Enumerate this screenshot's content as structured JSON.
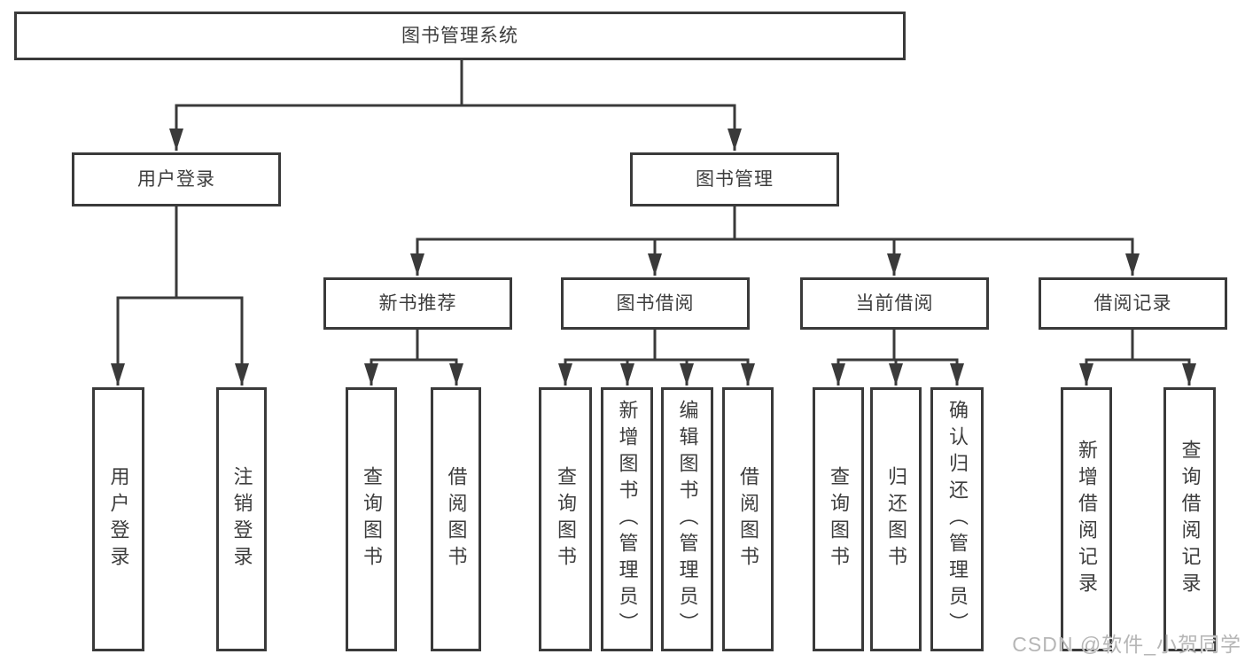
{
  "diagram_title": "图书管理系统",
  "tree": {
    "label": "图书管理系统",
    "children": [
      {
        "label": "用户登录",
        "children": [
          {
            "label": "用户登录"
          },
          {
            "label": "注销登录"
          }
        ]
      },
      {
        "label": "图书管理",
        "children": [
          {
            "label": "新书推荐",
            "children": [
              {
                "label": "查询图书"
              },
              {
                "label": "借阅图书"
              }
            ]
          },
          {
            "label": "图书借阅",
            "children": [
              {
                "label": "查询图书"
              },
              {
                "label": "新增图书（管理员）"
              },
              {
                "label": "编辑图书（管理员）"
              },
              {
                "label": "借阅图书"
              }
            ]
          },
          {
            "label": "当前借阅",
            "children": [
              {
                "label": "查询图书"
              },
              {
                "label": "归还图书"
              },
              {
                "label": "确认归还（管理员）"
              }
            ]
          },
          {
            "label": "借阅记录",
            "children": [
              {
                "label": "新增借阅记录"
              },
              {
                "label": "查询借阅记录"
              }
            ]
          }
        ]
      }
    ]
  },
  "watermark": {
    "text": "CSDN @软件_小贺同学"
  },
  "colors": {
    "line": "#3a3a3a",
    "box_border": "#3a3a3a",
    "text": "#3d3d3d",
    "background": "#ffffff",
    "watermark": "#b6b6b6"
  }
}
